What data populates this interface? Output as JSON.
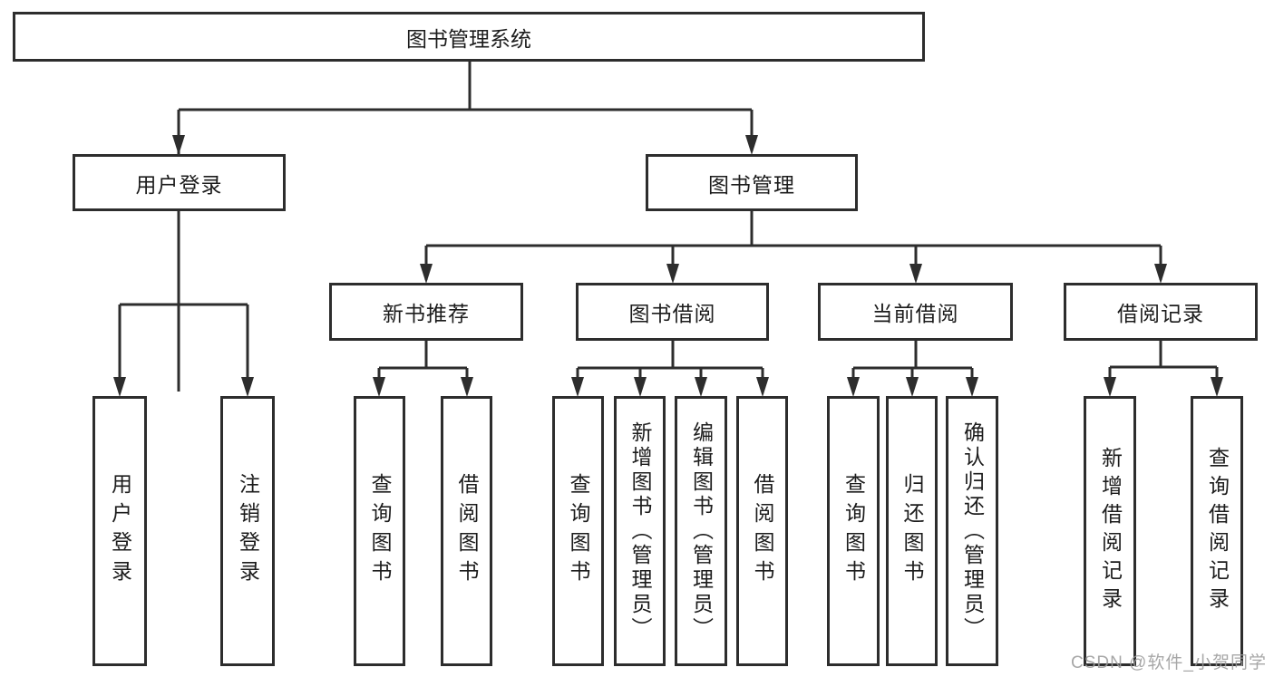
{
  "diagram": {
    "root": {
      "label": "图书管理系统"
    },
    "level2": {
      "user_login": {
        "label": "用户登录"
      },
      "book_mgmt": {
        "label": "图书管理"
      }
    },
    "level3": {
      "new_books": {
        "label": "新书推荐"
      },
      "borrowing": {
        "label": "图书借阅"
      },
      "current": {
        "label": "当前借阅"
      },
      "records": {
        "label": "借阅记录"
      }
    },
    "leaves": {
      "user_login": "用户登录",
      "logout": "注销登录",
      "nb_query": "查询图书",
      "nb_borrow": "借阅图书",
      "bb_query": "查询图书",
      "bb_add": "新增图书（管理员）",
      "bb_edit": "编辑图书（管理员）",
      "bb_borrow": "借阅图书",
      "cb_query": "查询图书",
      "cb_return": "归还图书",
      "cb_confirm": "确认归还（管理员）",
      "rec_add": "新增借阅记录",
      "rec_query": "查询借阅记录"
    }
  },
  "watermark": {
    "text": "CSDN @软件_小贺同学"
  },
  "colors": {
    "line": "#2d2d2d",
    "text": "#1c1c1c",
    "background": "#ffffff",
    "watermark": "#9b9b9b"
  }
}
